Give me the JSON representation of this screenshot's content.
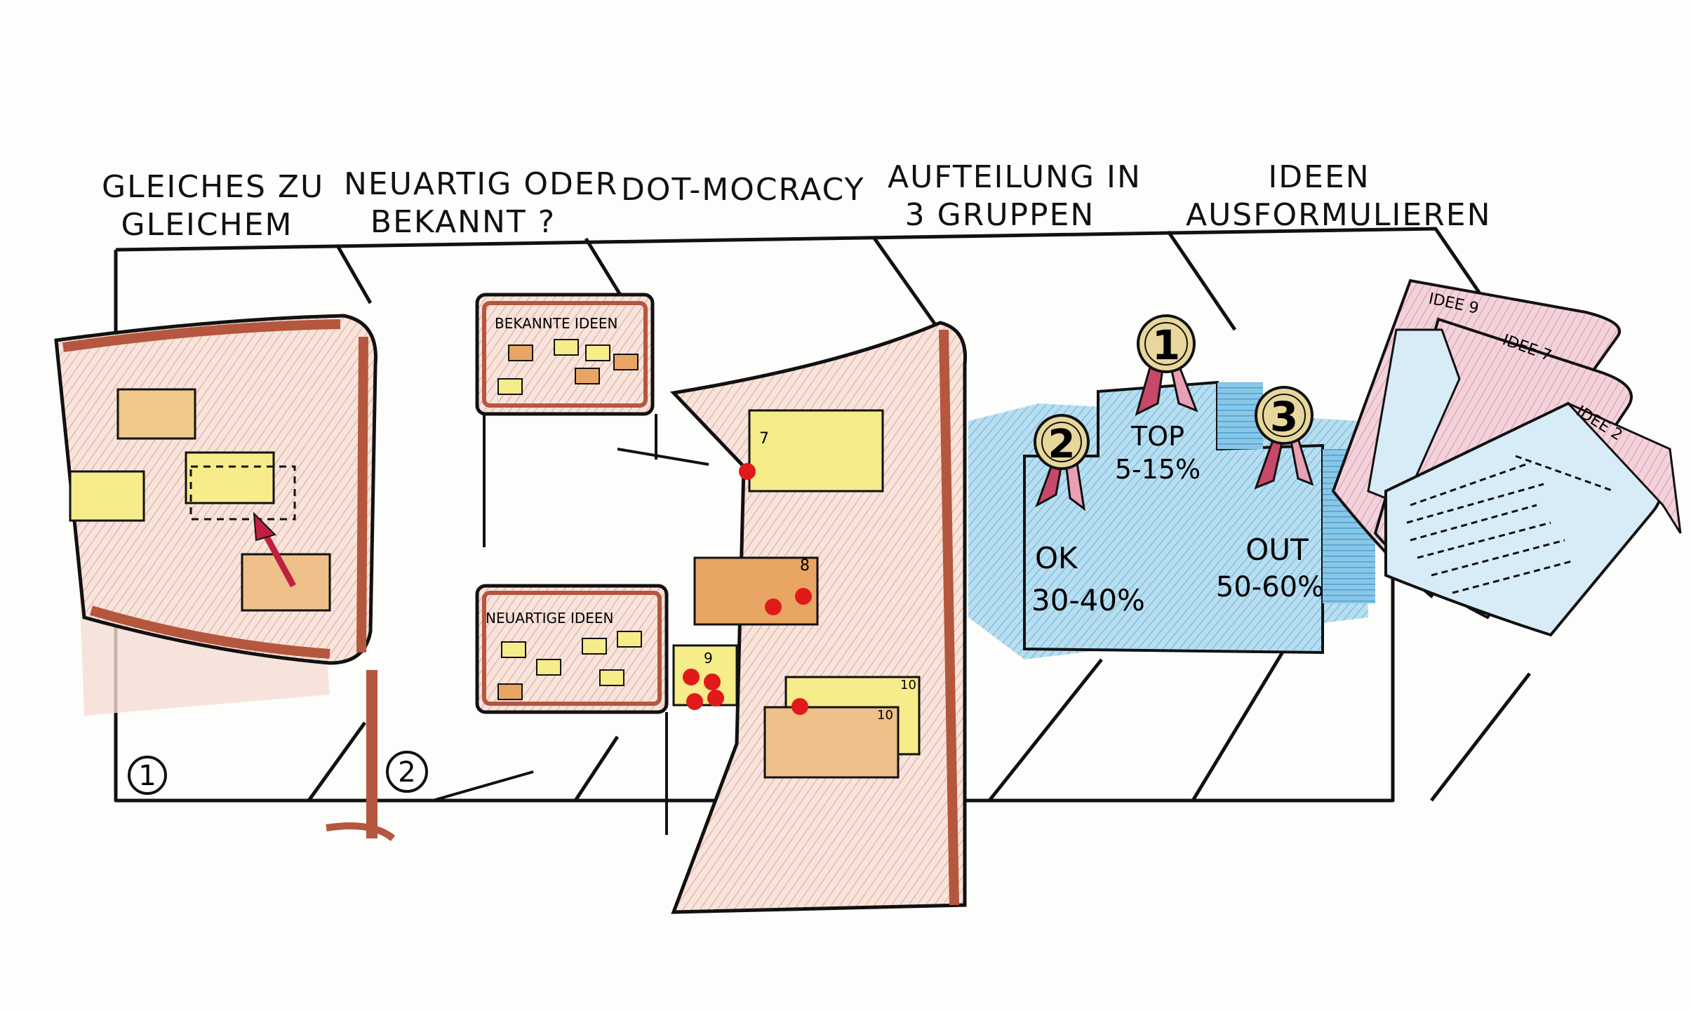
{
  "steps": [
    {
      "line1": "GLEICHES ZU",
      "line2": "GLEICHEM"
    },
    {
      "line1": "NEUARTIG ODER",
      "line2": "BEKANNT ?"
    },
    {
      "line1": "DOT-MOCRACY",
      "line2": ""
    },
    {
      "line1": "AUFTEILUNG IN",
      "line2": "3 GRUPPEN"
    },
    {
      "line1": "IDEEN",
      "line2": "AUSFORMULIEREN"
    }
  ],
  "step_numbers": [
    "1",
    "2"
  ],
  "boards": {
    "known": "BEKANNTE IDEEN",
    "novel": "NEUARTIGE IDEEN"
  },
  "dot_notes": [
    "7",
    "8",
    "9",
    "10",
    "10"
  ],
  "podium": {
    "places": [
      "1",
      "2",
      "3"
    ],
    "top_label": "TOP",
    "top_range": "5-15%",
    "ok_label": "OK",
    "ok_range": "30-40%",
    "out_label": "OUT",
    "out_range": "50-60%"
  },
  "documents": [
    "IDEE 9",
    "IDEE 7",
    "IDEE 2"
  ],
  "colors": {
    "outline": "#111111",
    "board_frame": "#b5563f",
    "board_fill": "#f7e4dc",
    "note_yellow": "#f6ec8a",
    "note_orange": "#e9a564",
    "dot_red": "#e01a1a",
    "podium_blue": "#a9d6ec",
    "medal_gold": "#e8d79c",
    "ribbon": "#c8486a"
  }
}
